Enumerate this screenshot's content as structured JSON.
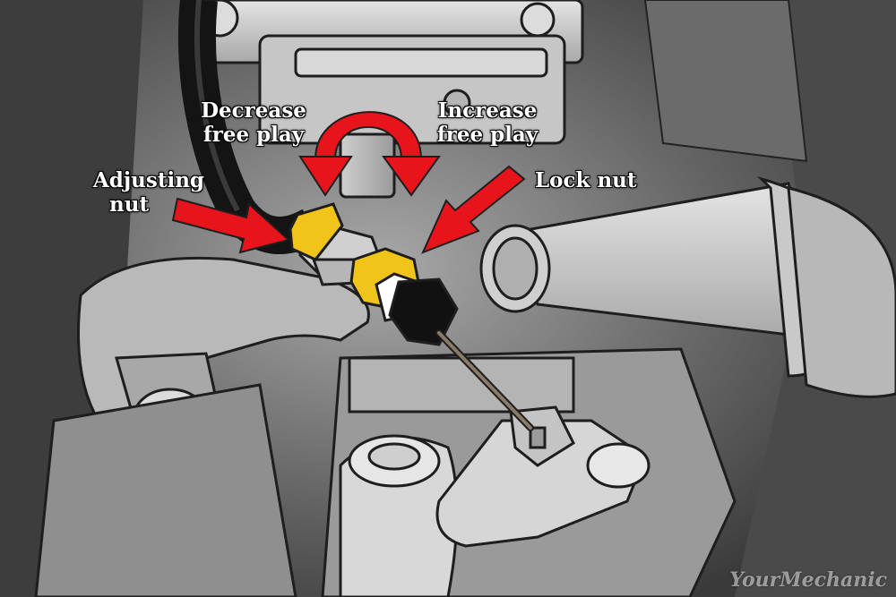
{
  "labels": {
    "decrease": {
      "line1": "Decrease",
      "line2": "free play"
    },
    "increase": {
      "line1": "Increase",
      "line2": "free play"
    },
    "adjusting": {
      "line1": "Adjusting",
      "line2": "nut"
    },
    "lock": {
      "line1": "Lock nut"
    }
  },
  "watermark": "YourMechanic",
  "colors": {
    "arrow": "#e8141c",
    "nut": "#f0c419",
    "cable": "#141414",
    "label_text": "#ffffff"
  }
}
